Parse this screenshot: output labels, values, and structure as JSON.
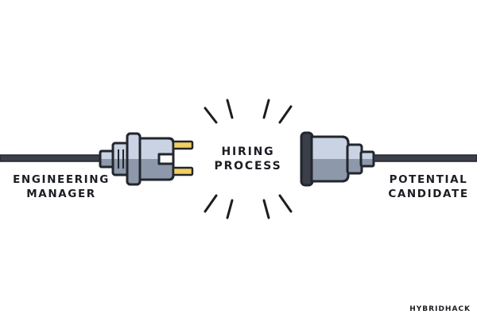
{
  "labels": {
    "left": [
      "ENGINEERING",
      "MANAGER"
    ],
    "center": [
      "HIRING",
      "PROCESS"
    ],
    "right": [
      "POTENTIAL",
      "CANDIDATE"
    ]
  },
  "brand": "HYBRIDHACK",
  "icons": {
    "plug": "plug-icon",
    "socket": "socket-icon"
  },
  "colors": {
    "outline": "#2b2f37",
    "cable": "#3a3f49",
    "metal_light": "#c9d3e3",
    "metal_dark": "#8d98aa",
    "prong": "#f2cf63"
  }
}
